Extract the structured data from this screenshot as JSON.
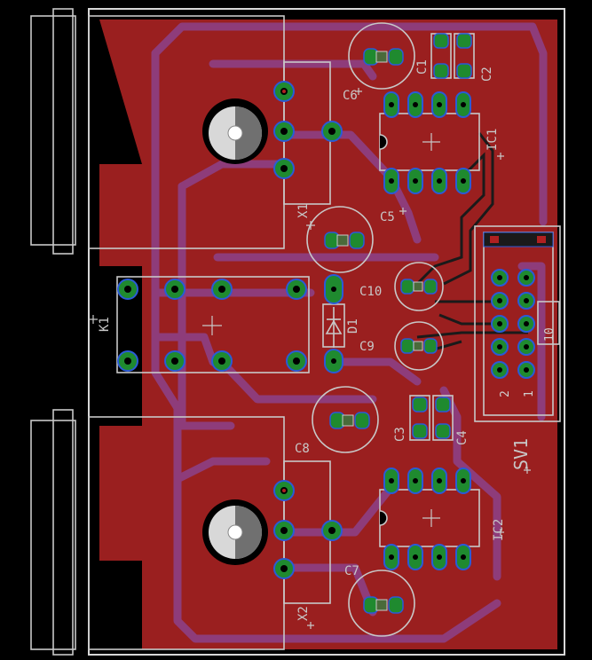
{
  "colors": {
    "background": "#000000",
    "copper": "#9a1f1f",
    "silk": "#c8c8c8",
    "pad": "#1f8a2f",
    "via_ring": "#2a5bd6",
    "drill": "#000000",
    "hole_center": "#e0e0e0",
    "trace_bottom": "#8e3c7a",
    "trace_top": "#1a1a1a",
    "cap_body": "#4a6a3a"
  },
  "components": {
    "X1": "X1",
    "X2": "X2",
    "K1": "K1",
    "D1": "D1",
    "IC1": "IC1",
    "IC2": "IC2",
    "SV1": "SV1",
    "C1": "C1",
    "C2": "C2",
    "C3": "C3",
    "C4": "C4",
    "C5": "C5",
    "C6": "C6",
    "C7": "C7",
    "C8": "C8",
    "C9": "C9",
    "C10": "C10"
  },
  "header_pins": {
    "p1": "1",
    "p2": "2",
    "p10": "10"
  }
}
